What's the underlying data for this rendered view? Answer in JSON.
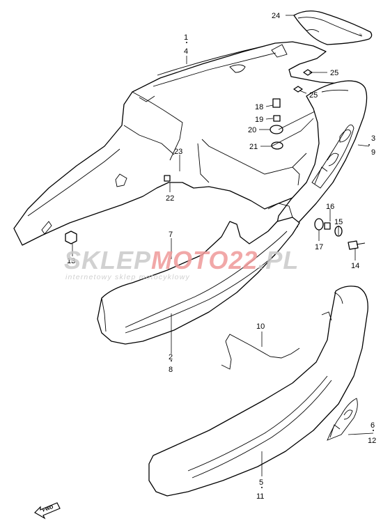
{
  "callouts": {
    "c24": "24",
    "c1": "1",
    "c4": "4",
    "c25a": "25",
    "c25b": "25",
    "c18": "18",
    "c19": "19",
    "c20": "20",
    "c21": "21",
    "c3": "3",
    "c9": "9",
    "c23": "23",
    "c22": "22",
    "c16": "16",
    "c15": "15",
    "c17": "17",
    "c14": "14",
    "c7": "7",
    "c13": "13",
    "c2": "2",
    "c8": "8",
    "c10": "10",
    "c6": "6",
    "c12": "12",
    "c5": "5",
    "c11": "11"
  },
  "watermark": {
    "part1": "SKLEP",
    "part2": "MOTO",
    "part3": "22",
    "part4": ".PL",
    "tagline": "internetowy sklep motocyklowy",
    "color_grey": "#c9c9c9",
    "color_red": "#ef9a9a"
  },
  "fwd_label": "FWD"
}
